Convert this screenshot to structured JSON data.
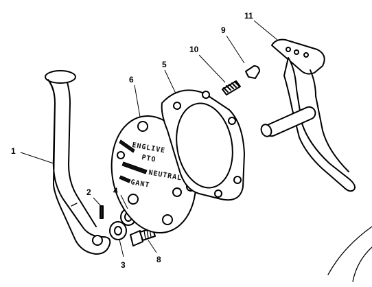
{
  "callouts": [
    {
      "id": "1",
      "label": "1"
    },
    {
      "id": "2",
      "label": "2"
    },
    {
      "id": "3",
      "label": "3"
    },
    {
      "id": "4",
      "label": "4"
    },
    {
      "id": "5",
      "label": "5"
    },
    {
      "id": "6",
      "label": "6"
    },
    {
      "id": "8",
      "label": "8"
    },
    {
      "id": "9",
      "label": "9"
    },
    {
      "id": "10",
      "label": "10"
    },
    {
      "id": "11",
      "label": "11"
    }
  ],
  "plate_text": {
    "line1": "ENGLIVE",
    "line2": "PTO",
    "line3": "NEUTRAL",
    "line4": "GANT"
  }
}
